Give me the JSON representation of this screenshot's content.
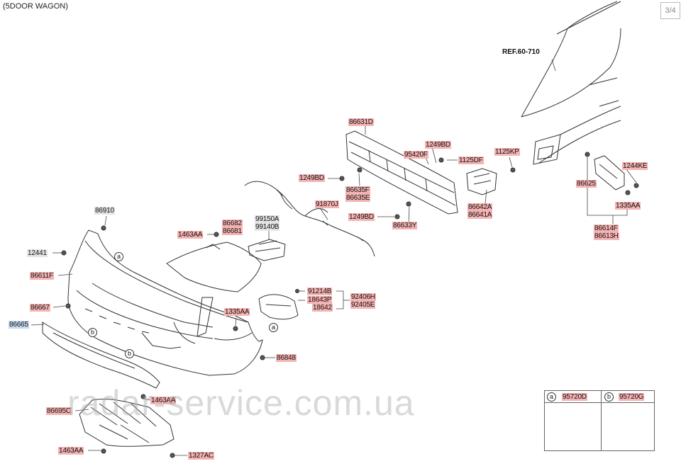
{
  "title": "(5DOOR WAGON)",
  "page_indicator": "3/4",
  "reference": "REF.60-710",
  "watermark": "radar-service.com.ua",
  "callout_a": "a",
  "callout_b": "b",
  "legend": {
    "a": {
      "letter": "a",
      "part": "95720D"
    },
    "b": {
      "letter": "b",
      "part": "95720G"
    }
  },
  "parts": {
    "p86910": "86910",
    "p12441": "12441",
    "p86611F": "86611F",
    "p86667": "86667",
    "p86665": "86665",
    "p86695C": "86695C",
    "p1463AA_a": "1463AA",
    "p1463AA_b": "1463AA",
    "p1463AA_c": "1463AA",
    "p1327AC": "1327AC",
    "p86682": "86682",
    "p86681": "86681",
    "p99150A": "99150A",
    "p99140B": "99140B",
    "p91870J": "91870J",
    "p1249BD_a": "1249BD",
    "p1249BD_b": "1249BD",
    "p1249BD_c": "1249BD",
    "p86635F": "86635F",
    "p86635E": "86635E",
    "p86631D": "86631D",
    "p95420F": "95420F",
    "p1125DF": "1125DF",
    "p1125KP": "1125KP",
    "p86642A": "86642A",
    "p86641A": "86641A",
    "p86633Y": "86633Y",
    "p91214B": "91214B",
    "p18643P": "18643P",
    "p18642": "18642",
    "p92406H": "92406H",
    "p92405E": "92405E",
    "p1335AA_a": "1335AA",
    "p1335AA_b": "1335AA",
    "p86848": "86848",
    "p86625": "86625",
    "p1244KE": "1244KE",
    "p86614F": "86614F",
    "p86613H": "86613H"
  }
}
